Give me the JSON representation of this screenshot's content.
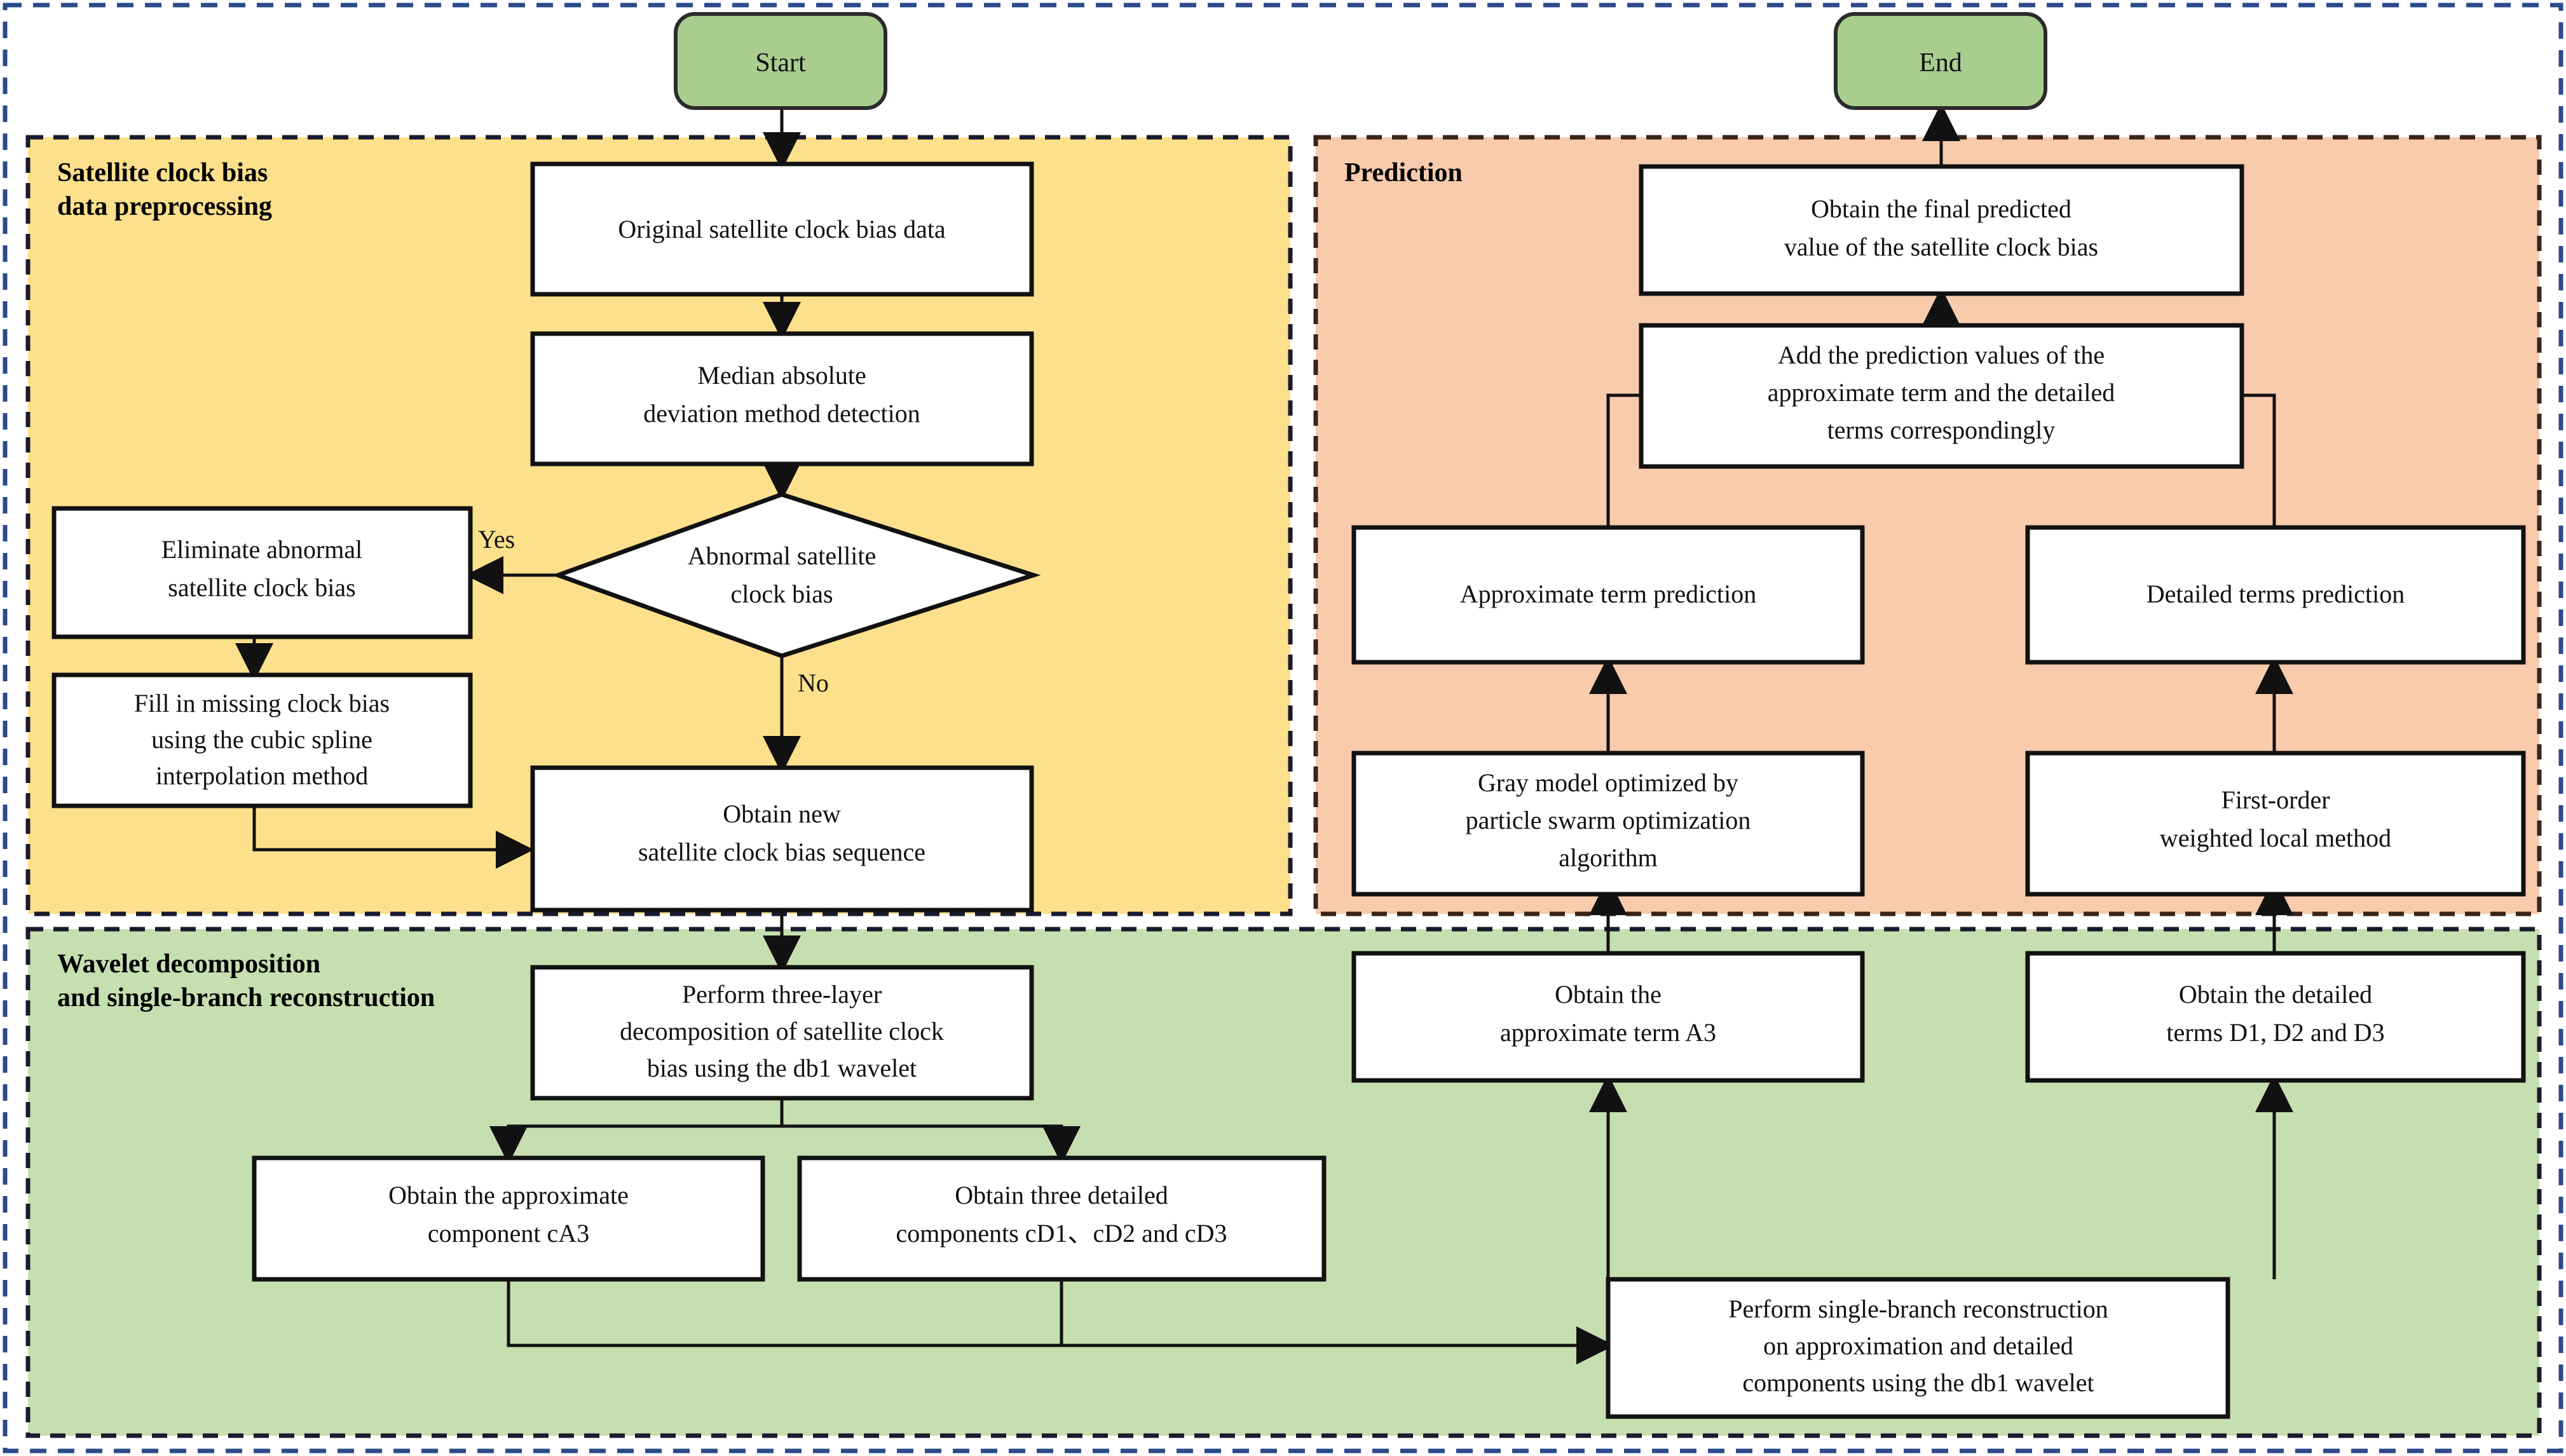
{
  "diagram": {
    "title_present": false,
    "outer_border_color": "#2b4a8b",
    "panels": [
      {
        "id": "preprocessing",
        "label": "Satellite clock bias\ndata preprocessing",
        "label_line1": "Satellite clock bias",
        "label_line2": "data preprocessing",
        "fill": "#fde08c",
        "border_color": "#1a1a2e"
      },
      {
        "id": "prediction",
        "label": "Prediction",
        "label_line1": "Prediction",
        "label_line2": "",
        "fill": "#f7cbac",
        "border_color": "#3a2418"
      },
      {
        "id": "wavelet",
        "label": "Wavelet decomposition\nand single-branch reconstruction",
        "label_line1": "Wavelet decomposition",
        "label_line2": "and single-branch reconstruction",
        "fill": "#c6dfb0",
        "border_color": "#1a1a2e"
      }
    ],
    "terminators": [
      {
        "id": "start",
        "label": "Start",
        "fill": "#a9ce8f",
        "border": "#2b2b2b"
      },
      {
        "id": "end",
        "label": "End",
        "fill": "#a9ce8f",
        "border": "#2b2b2b"
      }
    ],
    "decision": {
      "id": "abnormal-check",
      "line1": "Abnormal satellite",
      "line2": "clock bias",
      "fill": "#ffffff",
      "border": "#111111"
    },
    "edge_labels": [
      {
        "id": "yes",
        "text": "Yes"
      },
      {
        "id": "no",
        "text": "No"
      }
    ],
    "process_boxes": [
      {
        "id": "original-data",
        "lines": [
          "Original satellite clock bias data"
        ]
      },
      {
        "id": "mad-detection",
        "lines": [
          "Median absolute",
          "deviation method detection"
        ]
      },
      {
        "id": "eliminate-abnormal",
        "lines": [
          "Eliminate abnormal",
          "satellite clock bias"
        ]
      },
      {
        "id": "fill-missing",
        "lines": [
          "Fill in missing clock bias",
          "using the cubic spline",
          "interpolation method"
        ]
      },
      {
        "id": "obtain-new-sequence",
        "lines": [
          "Obtain new",
          "satellite clock bias sequence"
        ]
      },
      {
        "id": "final-predicted-value",
        "lines": [
          "Obtain the final predicted",
          "value of the satellite clock bias"
        ]
      },
      {
        "id": "add-prediction-values",
        "lines": [
          "Add the prediction values of the",
          "approximate term and the detailed",
          "terms correspondingly"
        ]
      },
      {
        "id": "approximate-term-prediction",
        "lines": [
          "Approximate term prediction"
        ]
      },
      {
        "id": "detailed-terms-prediction",
        "lines": [
          "Detailed terms prediction"
        ]
      },
      {
        "id": "gray-model-pso",
        "lines": [
          "Gray model optimized by",
          "particle swarm  optimization",
          "algorithm"
        ]
      },
      {
        "id": "first-order-weighted",
        "lines": [
          "First-order",
          "weighted local method"
        ]
      },
      {
        "id": "three-layer-decomposition",
        "lines": [
          "Perform three-layer",
          "decomposition of satellite clock",
          "bias using the db1 wavelet"
        ]
      },
      {
        "id": "obtain-approximate-term-a3",
        "lines": [
          "Obtain the",
          "approximate term A3"
        ]
      },
      {
        "id": "obtain-detailed-terms-d",
        "lines": [
          "Obtain the detailed",
          "terms D1, D2 and D3"
        ]
      },
      {
        "id": "obtain-approximate-component-ca3",
        "lines": [
          "Obtain the approximate",
          "component cA3"
        ]
      },
      {
        "id": "obtain-detailed-components-cd",
        "lines": [
          "Obtain three detailed",
          "components cD1、cD2 and cD3"
        ]
      },
      {
        "id": "single-branch-reconstruction",
        "lines": [
          "Perform single-branch reconstruction",
          "on approximation and detailed",
          "components using the db1 wavelet"
        ]
      }
    ]
  }
}
